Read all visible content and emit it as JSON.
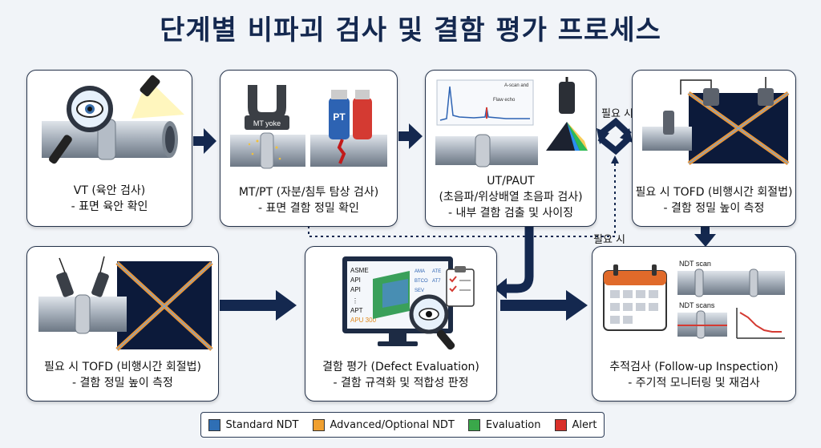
{
  "title": "단계별 비파괴 검사 및 결함 평가 프로세스",
  "steps": {
    "vt": {
      "line1": "VT (육안 검사)",
      "line2": "- 표면 육안 확인"
    },
    "mtpt": {
      "line1": "MT/PT (자분/침투 탐상 검사)",
      "line2": "- 표면 결함 정밀 확인",
      "yoke_label": "MT yoke",
      "can_label": "PT"
    },
    "ut": {
      "line1": "UT/PAUT",
      "line2": "(초음파/위상배열 초음파 검사)",
      "line3": "- 내부 결함 검출 및 사이징",
      "ascan_t1": "A-scan and",
      "ascan_t2": "Flaw echo"
    },
    "tofd_top": {
      "line1": "필요 시 TOFD (비행시간 회절법)",
      "line2": "- 결함 정밀 높이 측정"
    },
    "tofd_bottom": {
      "line1": "필요 시 TOFD (비행시간 회절법)",
      "line2": "- 결함 정밀 높이 측정"
    },
    "eval": {
      "line1": "결함 평가 (Defect Evaluation)",
      "line2": "- 결함 규격화 및 적합성 판정",
      "screen_lines": [
        "ASME",
        "API",
        "API",
        "⋮",
        "APT",
        "APU 300"
      ],
      "screen_right": [
        "AMA",
        "BTCO",
        "SEV"
      ],
      "screen_right2": [
        "ATE",
        "AT7"
      ]
    },
    "followup": {
      "line1": "추적검사 (Follow-up Inspection)",
      "line2": "- 주기적 모니터링 및 재검사",
      "scan1": "NDT scan",
      "scan2": "NDT scans"
    }
  },
  "labels": {
    "if_needed_1": "필요 시",
    "if_needed_2": "필요 시"
  },
  "legend": [
    {
      "label": "Standard NDT",
      "color": "#2f6fb5"
    },
    {
      "label": "Advanced/Optional NDT",
      "color": "#f0a030"
    },
    {
      "label": "Evaluation",
      "color": "#3aa84a"
    },
    {
      "label": "Alert",
      "color": "#d9302a"
    }
  ]
}
